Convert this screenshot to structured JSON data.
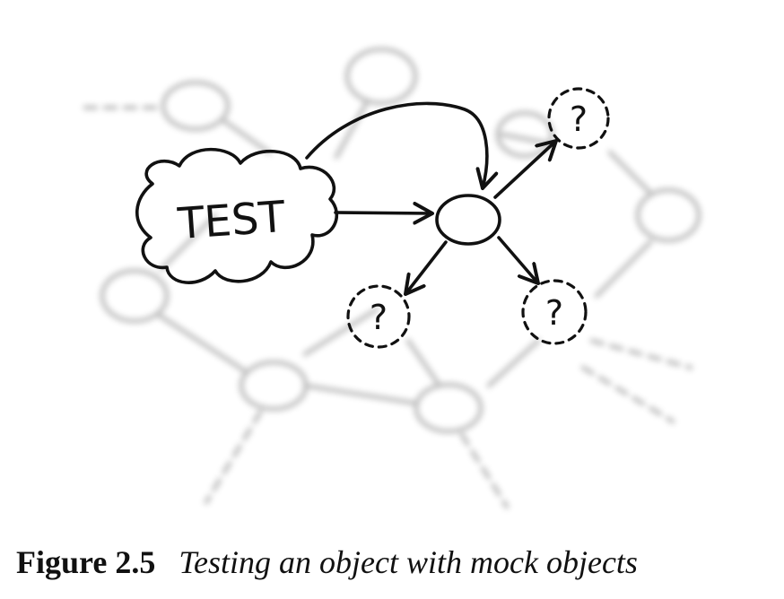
{
  "diagram": {
    "test_label": "TEST",
    "unknown_mark": "?"
  },
  "caption": {
    "label": "Figure 2.5",
    "text": "Testing an object with mock objects"
  }
}
